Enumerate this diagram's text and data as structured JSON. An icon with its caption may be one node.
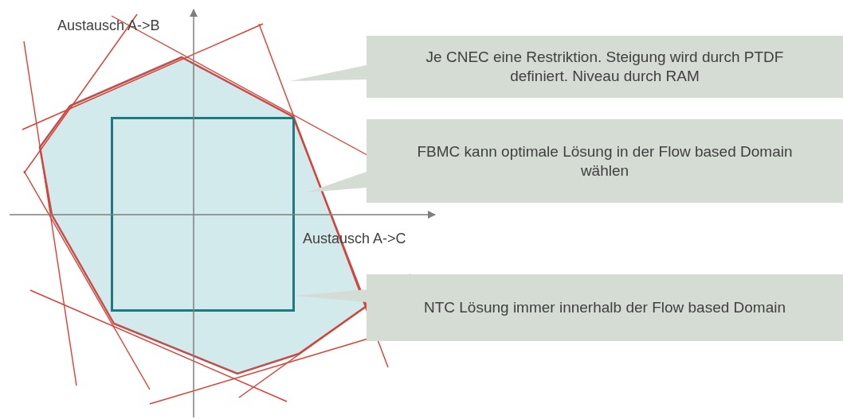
{
  "diagram": {
    "nodes": [
      {
        "text": [],
        "shape": "polygon"
      },
      {
        "text": [],
        "shape": "box",
        "in": 0
      },
      {
        "text": [
          "Je CNEC eine Restriktion. Steigung wird durch PTDF definiert. Niveau durch RAM"
        ]
      },
      {
        "text": [
          "FBMC kann optimale Lösung in der Flow based Domain wählen"
        ]
      },
      {
        "text": [
          "NTC Lösung immer innerhalb der Flow based Domain"
        ]
      }
    ],
    "edges": [
      {
        "from": 2,
        "to": 0,
        "arrow": "none"
      },
      {
        "from": 3,
        "to": 0,
        "arrow": "none"
      },
      {
        "from": 4,
        "to": 1,
        "arrow": "none"
      }
    ],
    "labels": [
      "Austausch A->B",
      "Austausch A->C"
    ]
  }
}
